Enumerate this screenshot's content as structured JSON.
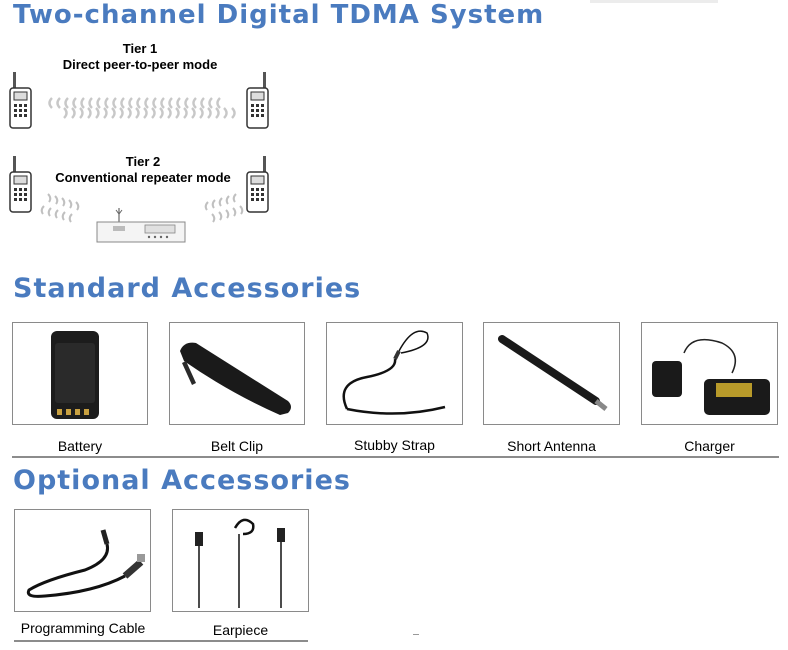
{
  "title": "Two-channel Digital TDMA System",
  "tier1": {
    "line1": "Tier 1",
    "line2": "Direct peer-to-peer mode"
  },
  "tier2": {
    "line1": "Tier 2",
    "line2": "Conventional repeater mode"
  },
  "standard": {
    "heading": "Standard Accessories",
    "items": [
      "Battery",
      "Belt Clip",
      "Stubby Strap",
      "Short Antenna",
      "Charger"
    ]
  },
  "optional": {
    "heading": "Optional Accessories",
    "items": [
      "Programming Cable",
      "Earpiece"
    ]
  },
  "colors": {
    "heading": "#4a7bbf",
    "border": "#8a8a8a"
  }
}
